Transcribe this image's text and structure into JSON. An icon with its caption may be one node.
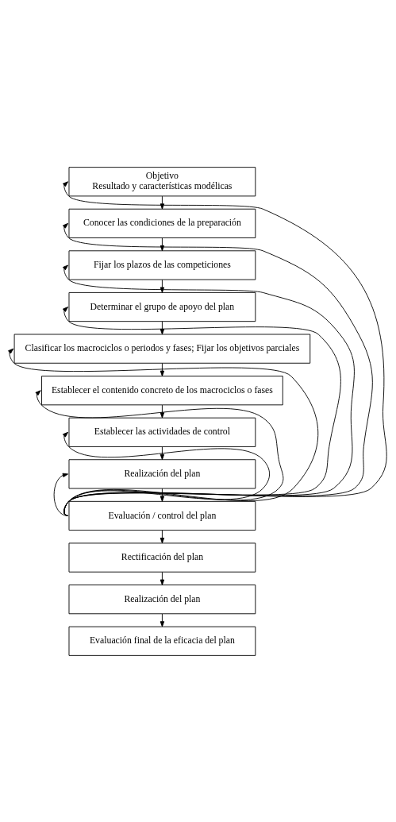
{
  "diagram": {
    "nodes": [
      {
        "text": [
          "Objetivo",
          "Resultado y características modélicas"
        ]
      },
      {
        "text": [
          "Conocer las condiciones de la preparación"
        ]
      },
      {
        "text": [
          "Fijar los plazos de las competiciones"
        ]
      },
      {
        "text": [
          "Determinar el grupo de apoyo del plan"
        ]
      },
      {
        "text": [
          "Clasificar los macrociclos o periodos y fases; Fijar los objetivos parciales"
        ]
      },
      {
        "text": [
          "Establecer el contenido concreto de los macrociclos o fases"
        ]
      },
      {
        "text": [
          "Establecer las actividades de control"
        ]
      },
      {
        "text": [
          "Realización del plan"
        ]
      },
      {
        "text": [
          "Evaluación / control del plan"
        ]
      },
      {
        "text": [
          "Rectificación del plan"
        ]
      },
      {
        "text": [
          "Realización del plan"
        ]
      },
      {
        "text": [
          "Evaluación final de la eficacia del plan"
        ]
      }
    ],
    "edges": [
      {
        "from": 0,
        "to": 1,
        "arrow": "to"
      },
      {
        "from": 1,
        "to": 2,
        "arrow": "to"
      },
      {
        "from": 2,
        "to": 3,
        "arrow": "to"
      },
      {
        "from": 3,
        "to": 4,
        "arrow": "to"
      },
      {
        "from": 4,
        "to": 5,
        "arrow": "to"
      },
      {
        "from": 5,
        "to": 6,
        "arrow": "to"
      },
      {
        "from": 6,
        "to": 7,
        "arrow": "to"
      },
      {
        "from": 7,
        "to": 8,
        "arrow": "to"
      },
      {
        "from": 8,
        "to": 9,
        "arrow": "to"
      },
      {
        "from": 9,
        "to": 10,
        "arrow": "to"
      },
      {
        "from": 10,
        "to": 11,
        "arrow": "to"
      },
      {
        "from": 8,
        "to": 0,
        "arrow": "to"
      },
      {
        "from": 8,
        "to": 1,
        "arrow": "to"
      },
      {
        "from": 8,
        "to": 2,
        "arrow": "to"
      },
      {
        "from": 8,
        "to": 3,
        "arrow": "to"
      },
      {
        "from": 8,
        "to": 4,
        "arrow": "to"
      },
      {
        "from": 8,
        "to": 5,
        "arrow": "to"
      },
      {
        "from": 8,
        "to": 6,
        "arrow": "to"
      },
      {
        "from": 8,
        "to": 7,
        "arrow": "to"
      }
    ]
  }
}
